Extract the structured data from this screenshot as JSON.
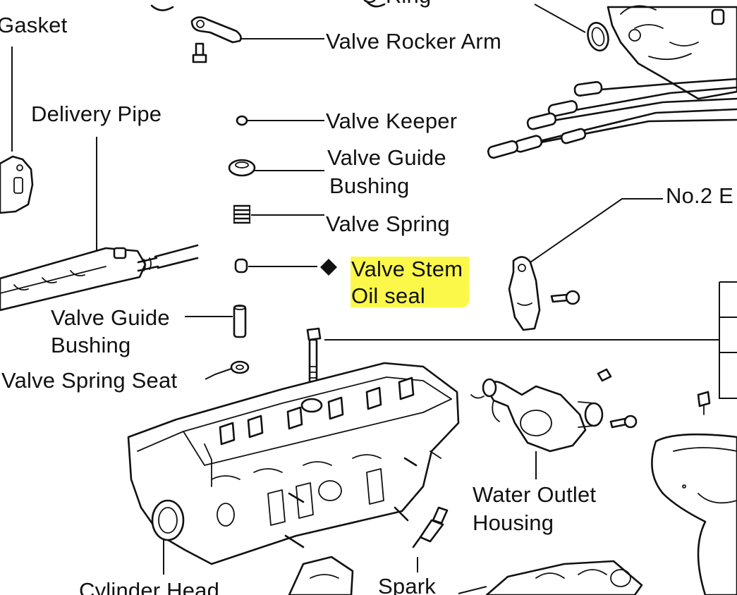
{
  "labels": {
    "gasket": "Gasket",
    "delivery_pipe": "Delivery Pipe",
    "valve_rocker_arm": "Valve Rocker Arm",
    "valve_keeper": "Valve Keeper",
    "valve_guide_bushing_top_line1": "Valve Guide",
    "valve_guide_bushing_top_line2": "Bushing",
    "valve_spring": "Valve Spring",
    "valve_stem_oil_seal_line1": "Valve Stem",
    "valve_stem_oil_seal_line2": "Oil seal",
    "valve_guide_bushing_left_line1": "Valve Guide",
    "valve_guide_bushing_left_line2": "Bushing",
    "valve_spring_seat": "Valve Spring Seat",
    "no2": "No.2 E",
    "water_outlet_housing_line1": "Water Outlet",
    "water_outlet_housing_line2": "Housing",
    "cylinder_head": "Cylinder Head",
    "spark": "Spark",
    "top_partial": "O-Ring"
  },
  "colors": {
    "line": "#111111",
    "highlight": "#fbf84a",
    "background": "#ffffff"
  },
  "icons": {
    "non_reusable_marker": "black-diamond-icon"
  }
}
